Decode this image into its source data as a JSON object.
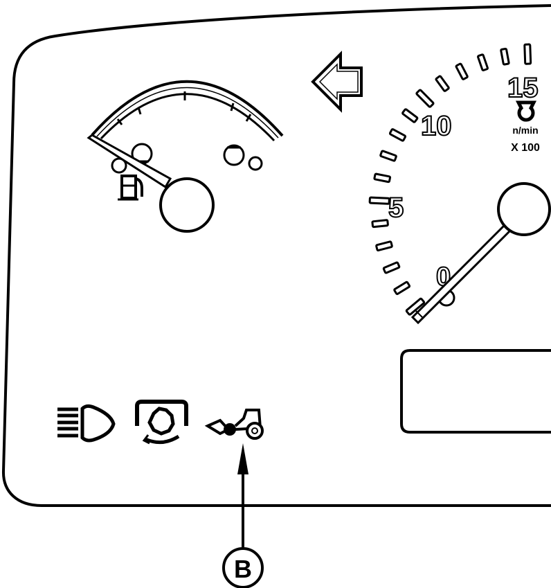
{
  "tachometer": {
    "scale_min": 0,
    "scale_max": 15,
    "labels": [
      "0",
      "5",
      "10",
      "15"
    ],
    "unit": "n/min",
    "multiplier": "X 100"
  },
  "callout": {
    "label": "B"
  },
  "icons": [
    "turn-signal-left-icon",
    "fuel-pump-icon",
    "headlight-high-beam-icon",
    "pto-engaged-icon",
    "front-loader-tractor-icon"
  ],
  "colors": {
    "line": "#000000",
    "background": "#ffffff"
  }
}
